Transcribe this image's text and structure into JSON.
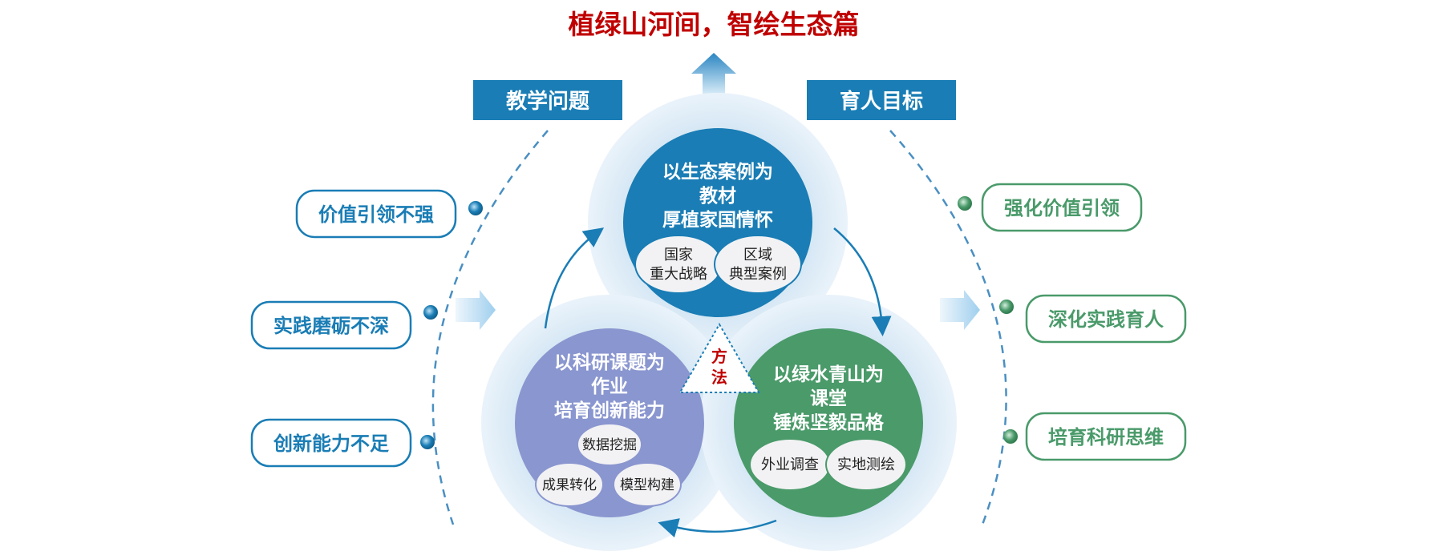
{
  "title": "植绿山河间，智绘生态篇",
  "left_header": "教学问题",
  "right_header": "育人目标",
  "problems": [
    "价值引领不强",
    "实践磨砺不深",
    "创新能力不足"
  ],
  "goals": [
    "强化价值引领",
    "深化实践育人",
    "培育科研思维"
  ],
  "method_label": [
    "方",
    "法"
  ],
  "circles": {
    "top": {
      "lines": [
        "以生态案例为",
        "教材",
        "厚植家国情怀"
      ],
      "bubbles": [
        [
          "国家",
          "重大战略"
        ],
        [
          "区域",
          "典型案例"
        ]
      ]
    },
    "left": {
      "lines": [
        "以科研课题为",
        "作业",
        "培育创新能力"
      ],
      "bubbles": [
        "数据挖掘",
        "成果转化",
        "模型构建"
      ]
    },
    "right": {
      "lines": [
        "以绿水青山为",
        "课堂",
        "锤炼坚毅品格"
      ],
      "bubbles": [
        "外业调查",
        "实地测绘"
      ]
    }
  },
  "colors": {
    "title": "#c00000",
    "blue": "#1a7db5",
    "green": "#4a9a6a",
    "purple": "#8a96cf",
    "halo": "#dbe9f5"
  }
}
